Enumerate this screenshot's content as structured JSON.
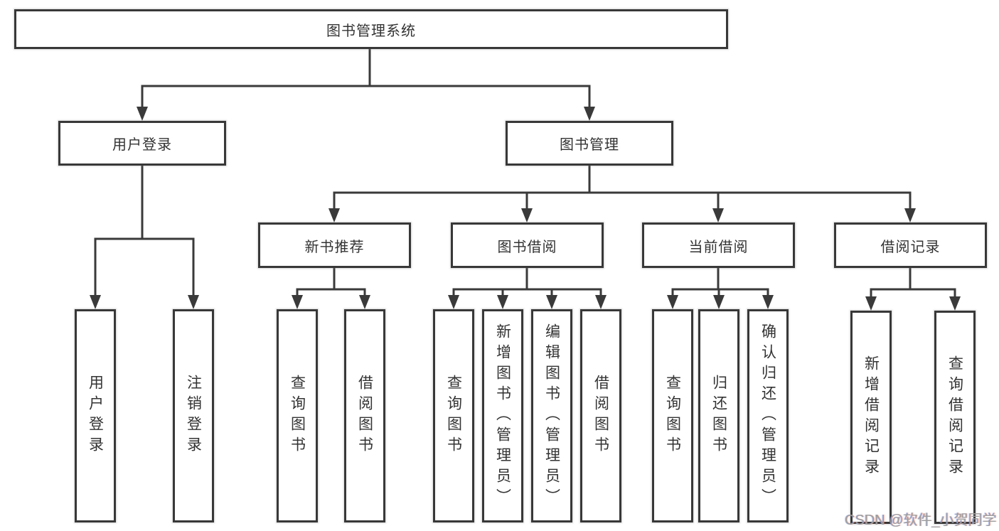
{
  "tree": {
    "label": "图书管理系统",
    "children": [
      {
        "label": "用户登录",
        "children": [
          {
            "label": "用户登录"
          },
          {
            "label": "注销登录"
          }
        ]
      },
      {
        "label": "图书管理",
        "children": [
          {
            "label": "新书推荐",
            "children": [
              {
                "label": "查询图书"
              },
              {
                "label": "借阅图书"
              }
            ]
          },
          {
            "label": "图书借阅",
            "children": [
              {
                "label": "查询图书"
              },
              {
                "label": "新增图书（管理员）"
              },
              {
                "label": "编辑图书（管理员）"
              },
              {
                "label": "借阅图书"
              }
            ]
          },
          {
            "label": "当前借阅",
            "children": [
              {
                "label": "查询图书"
              },
              {
                "label": "归还图书"
              },
              {
                "label": "确认归还（管理员）"
              }
            ]
          },
          {
            "label": "借阅记录",
            "children": [
              {
                "label": "新增借阅记录"
              },
              {
                "label": "查询借阅记录"
              }
            ]
          }
        ]
      }
    ]
  },
  "watermark": {
    "text": "CSDN @软件_小贺同学"
  },
  "colors": {
    "line": "#3a3a3a",
    "box_border": "#383838",
    "text": "#333333",
    "watermark": "#9e9e9e",
    "background": "#ffffff"
  }
}
